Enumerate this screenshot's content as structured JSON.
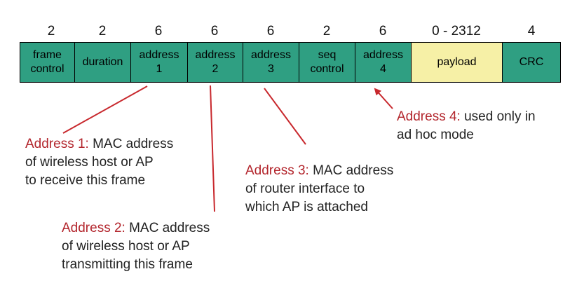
{
  "frame": {
    "fields": [
      {
        "size": "2",
        "label": "frame\ncontrol",
        "fill": "#2f9f82"
      },
      {
        "size": "2",
        "label": "duration",
        "fill": "#2f9f82"
      },
      {
        "size": "6",
        "label": "address\n1",
        "fill": "#2f9f82"
      },
      {
        "size": "6",
        "label": "address\n2",
        "fill": "#2f9f82"
      },
      {
        "size": "6",
        "label": "address\n3",
        "fill": "#2f9f82"
      },
      {
        "size": "2",
        "label": "seq\ncontrol",
        "fill": "#2f9f82"
      },
      {
        "size": "6",
        "label": "address\n4",
        "fill": "#2f9f82"
      },
      {
        "size": "0 - 2312",
        "label": "payload",
        "fill": "#f6f0a6"
      },
      {
        "size": "4",
        "label": "CRC",
        "fill": "#2f9f82"
      }
    ]
  },
  "annotations": {
    "address1": {
      "title": "Address 1:",
      "line1": " MAC address",
      "line2": "of wireless host or AP",
      "line3": "to receive this frame"
    },
    "address2": {
      "title": "Address 2:",
      "line1": " MAC address",
      "line2": "of wireless host or AP",
      "line3": "transmitting this frame"
    },
    "address3": {
      "title": "Address 3:",
      "line1": " MAC address",
      "line2": "of router interface to",
      "line3": "which AP is attached"
    },
    "address4": {
      "title": "Address 4:",
      "line1": " used only in",
      "line2": "ad hoc mode"
    }
  },
  "colors": {
    "field_fill": "#2f9f82",
    "payload_fill": "#f6f0a6",
    "highlight_text": "#b3262d",
    "connector_line": "#c8282d"
  }
}
